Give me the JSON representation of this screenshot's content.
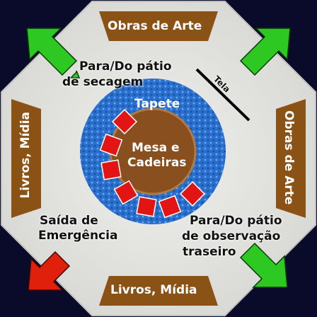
{
  "labels": {
    "art_top": "Obras de Arte",
    "art_right": "Obras de Arte",
    "books_bottom": "Livros, Mídia",
    "books_left": "Livros, Mídia",
    "drying_yard_line1": "Para/Do pátio",
    "drying_yard_line2": "de secagem",
    "rug": "Tapete",
    "table_line1": "Mesa e",
    "table_line2": "Cadeiras",
    "emergency_line1": "Saída de",
    "emergency_line2": "Emergência",
    "back_yard_line1": "Para/Do pátio",
    "back_yard_line2": "de observação",
    "back_yard_line3": "traseiro",
    "wall_sign": "Tela"
  },
  "colors": {
    "background": "#0a0a2a",
    "floor": "#e2e2df",
    "shelf": "#8a5214",
    "rug_blue": "#2a6fcc",
    "table": "#8a4f1e",
    "chair": "#e21414",
    "exit_arrow": "#e0200a",
    "yard_arrow": "#2ec822"
  },
  "icons": [
    "arrow-nw-se-icon",
    "arrow-ne-sw-icon",
    "arrow-sw-icon",
    "arrow-se-icon"
  ]
}
